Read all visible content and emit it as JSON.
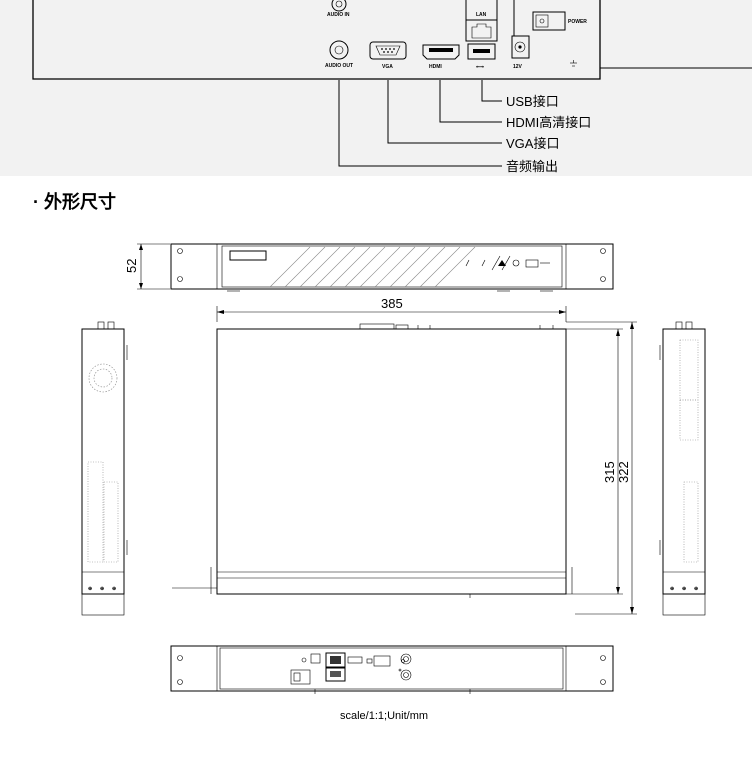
{
  "top_panel": {
    "port_labels": {
      "audio_in": "AUDIO IN",
      "audio_out": "AUDIO OUT",
      "vga": "VGA",
      "hdmi": "HDMI",
      "lan": "LAN",
      "usb_symbol": "⭠⭢",
      "dc": "12V",
      "power": "POWER"
    },
    "callouts": [
      {
        "id": "usb",
        "label": "USB接口"
      },
      {
        "id": "hdmi",
        "label": "HDMI高清接口"
      },
      {
        "id": "vga",
        "label": "VGA接口"
      },
      {
        "id": "audio",
        "label": "音频输出"
      }
    ]
  },
  "section": {
    "bullet": "·",
    "title": "外形尺寸"
  },
  "dimensions": {
    "height": "52",
    "width": "385",
    "depth_inner": "315",
    "depth_outer": "322"
  },
  "footer": {
    "scale_note": "scale/1:1;Unit/mm"
  }
}
